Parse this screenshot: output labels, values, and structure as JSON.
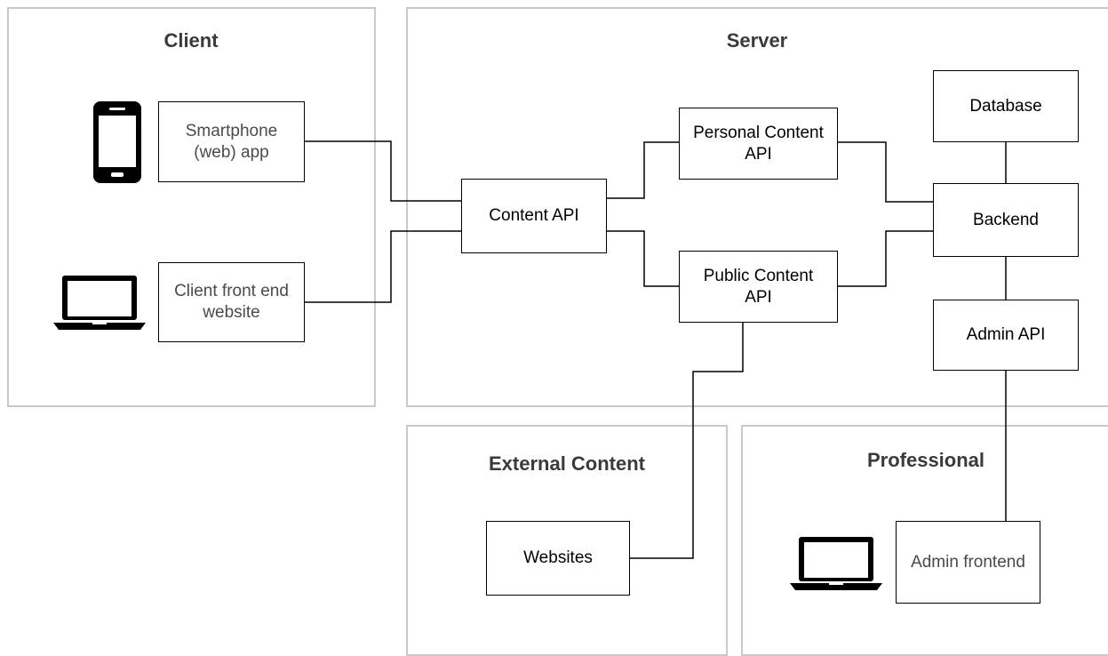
{
  "regions": {
    "client": "Client",
    "server": "Server",
    "external": "External Content",
    "professional": "Professional"
  },
  "nodes": {
    "smartphone_app": "Smartphone (web) app",
    "client_website": "Client front end website",
    "content_api": "Content API",
    "personal_api": "Personal Content API",
    "public_api": "Public Content API",
    "database": "Database",
    "backend": "Backend",
    "admin_api": "Admin API",
    "websites": "Websites",
    "admin_frontend": "Admin frontend"
  },
  "icons": {
    "smartphone": "smartphone-icon",
    "client_laptop": "laptop-icon",
    "admin_laptop": "laptop-icon"
  }
}
